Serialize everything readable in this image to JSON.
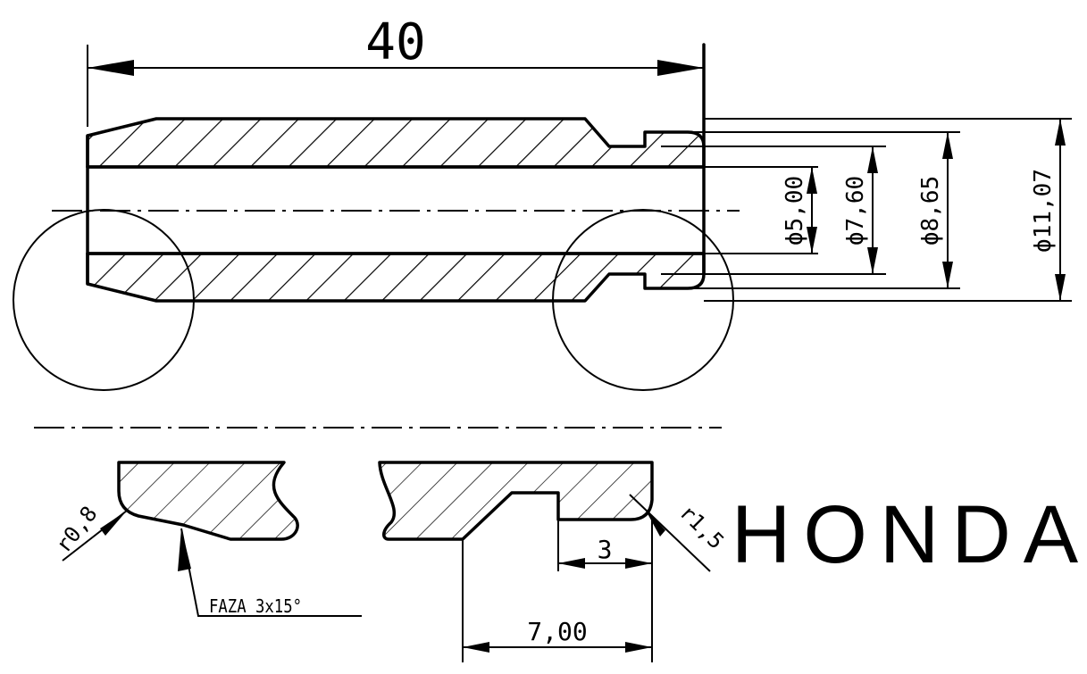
{
  "overall_length_label": "40",
  "diameter_labels": {
    "d1": "ϕ5,00",
    "d2": "ϕ7,60",
    "d3": "ϕ8,65",
    "d4": "ϕ11,07"
  },
  "detail": {
    "radius_left": "r0,8",
    "chamfer_note": "FAZA 3x15°",
    "groove_width": "3",
    "groove_position": "7,00",
    "radius_right": "r1,5"
  },
  "brand": "HONDA",
  "colors": {
    "line": "#000000",
    "background": "#ffffff"
  }
}
